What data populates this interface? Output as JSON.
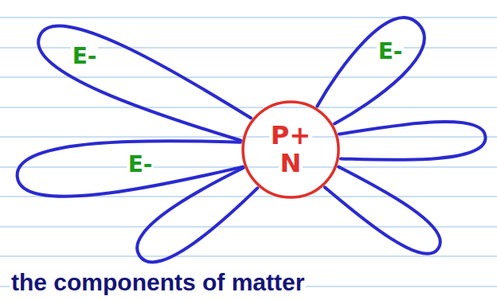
{
  "diagram": {
    "nodes": [
      {
        "text": [
          "E-"
        ]
      },
      {
        "text": [
          "E-"
        ]
      },
      {
        "text": [
          "P+",
          "N"
        ]
      },
      {
        "text": [
          "E-"
        ]
      }
    ],
    "labels": [
      "the components of matter"
    ]
  }
}
